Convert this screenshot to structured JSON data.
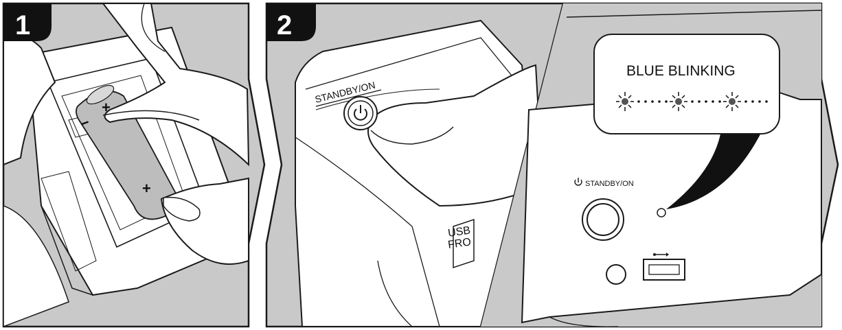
{
  "steps": [
    {
      "number": "1",
      "plus_top": "+",
      "minus": "−",
      "plus_bottom": "+"
    },
    {
      "number": "2",
      "standby_label_left": "STANDBY/ON",
      "usb_label_left_line1": "USB",
      "usb_label_left_line2": "FRO",
      "callout": "BLUE BLINKING",
      "standby_label_right": "STANDBY/ON"
    }
  ],
  "colors": {
    "panel_bg": "#c9c9c9",
    "line": "#1a1a1a",
    "badge": "#111111",
    "bubble": "#ffffff",
    "indicator": "#555555"
  },
  "icons": [
    "power-icon",
    "usb-icon",
    "blink-icon"
  ]
}
